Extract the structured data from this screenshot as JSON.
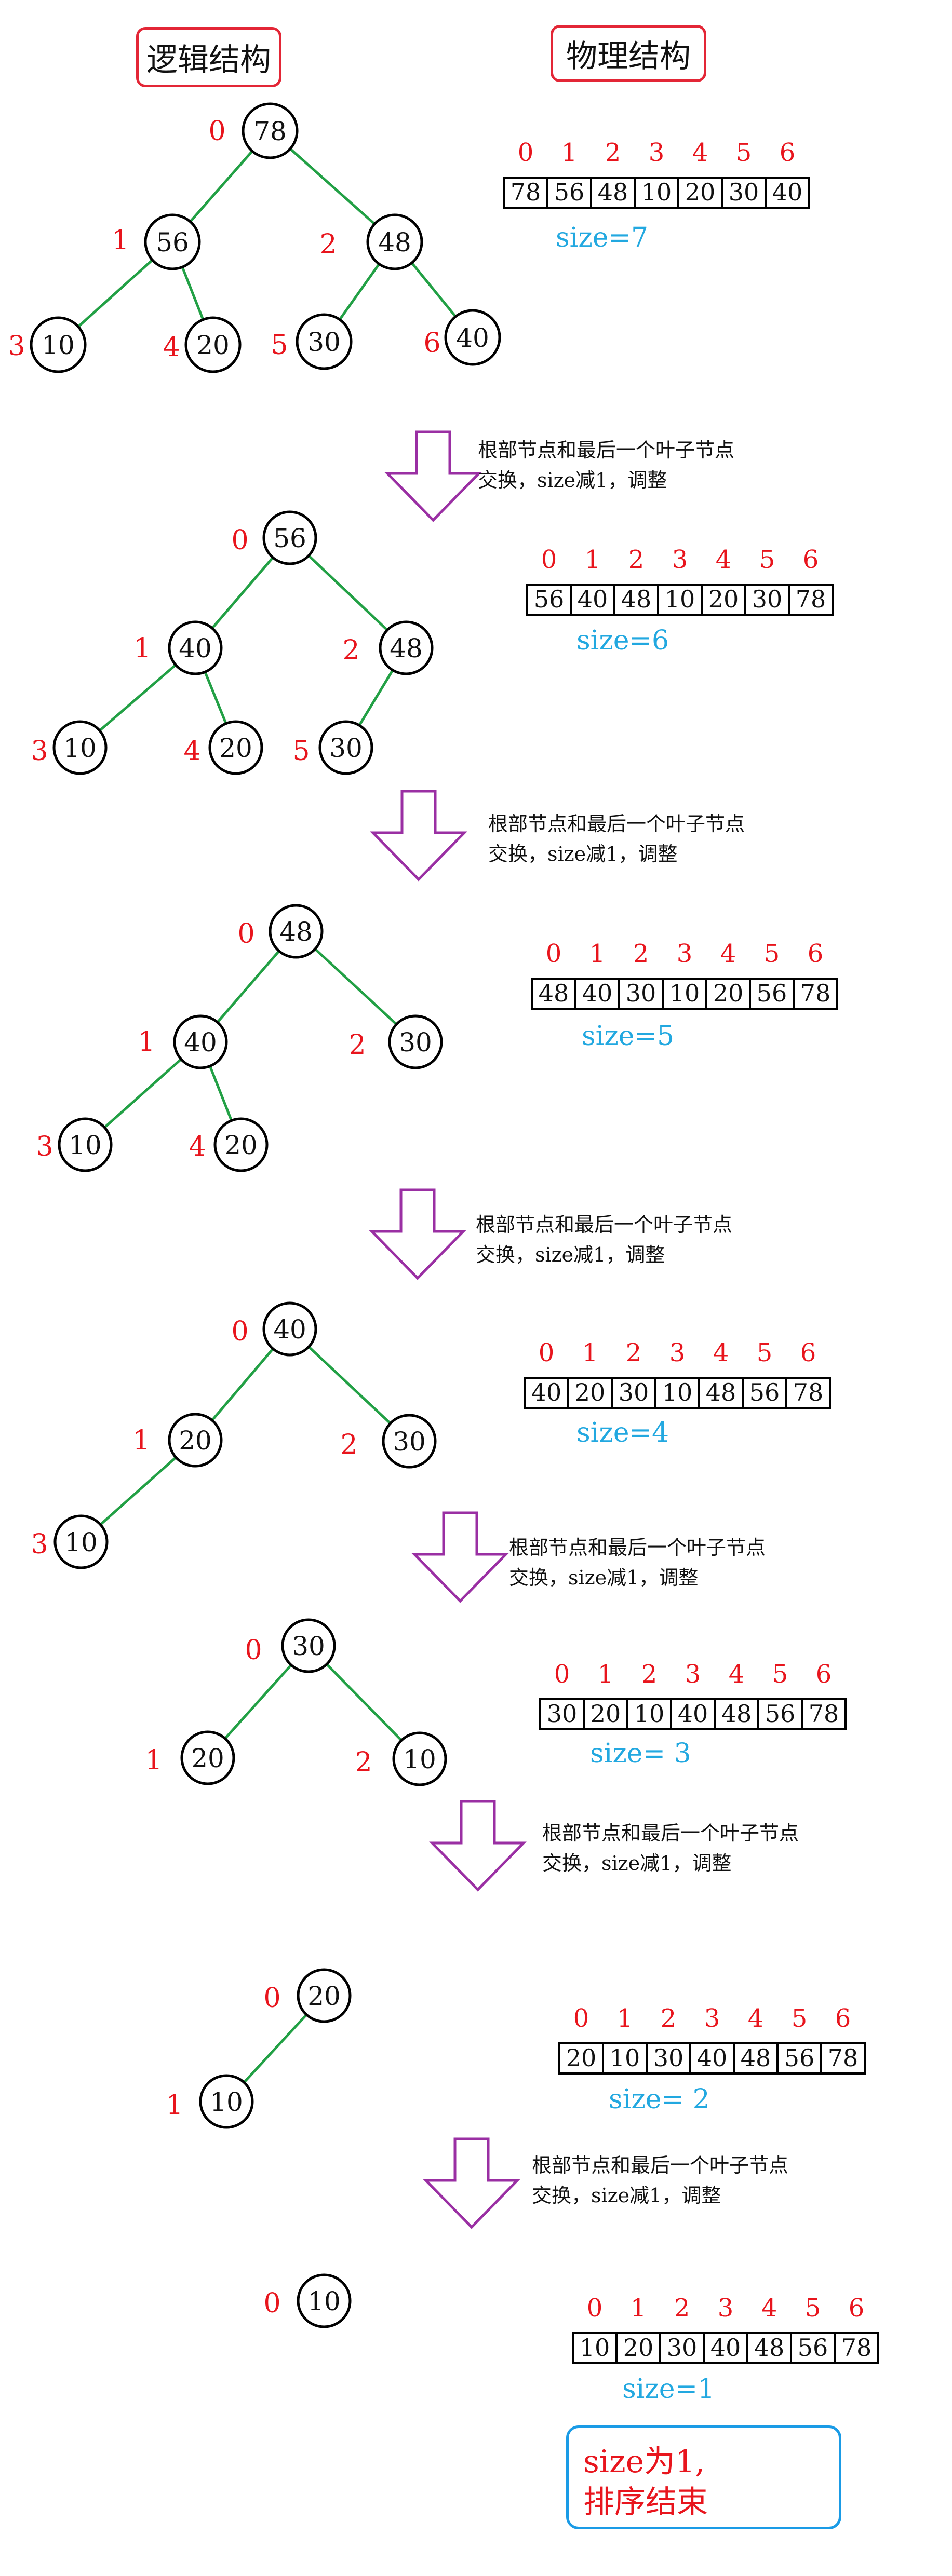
{
  "headers": {
    "logical": "逻辑结构",
    "physical": "物理结构"
  },
  "step_note": {
    "line1": "根部节点和最后一个叶子节点",
    "line2": "交换，size减1，调整"
  },
  "final_note": {
    "line1": "size为1,",
    "line2": "排序结束"
  },
  "colors": {
    "index": "#e8151d",
    "edge": "#22a045",
    "size": "#22a8e0",
    "arrow": "#9a2fa3",
    "node_border": "#000000",
    "header_border": "#e32636",
    "final_border": "#1a9be6"
  },
  "steps": [
    {
      "size_label": "size=7",
      "heap": [
        78,
        56,
        48,
        10,
        20,
        30,
        40
      ],
      "array": [
        78,
        56,
        48,
        10,
        20,
        30,
        40
      ],
      "indices": [
        "0",
        "1",
        "2",
        "3",
        "4",
        "5",
        "6"
      ]
    },
    {
      "size_label": "size=6",
      "heap": [
        56,
        40,
        48,
        10,
        20,
        30
      ],
      "array": [
        56,
        40,
        48,
        10,
        20,
        30,
        78
      ],
      "indices": [
        "0",
        "1",
        "2",
        "3",
        "4",
        "5",
        "6"
      ]
    },
    {
      "size_label": "size=5",
      "heap": [
        48,
        40,
        30,
        10,
        20
      ],
      "array": [
        48,
        40,
        30,
        10,
        20,
        56,
        78
      ],
      "indices": [
        "0",
        "1",
        "2",
        "3",
        "4",
        "5",
        "6"
      ]
    },
    {
      "size_label": "size=4",
      "heap": [
        40,
        20,
        30,
        10
      ],
      "array": [
        40,
        20,
        30,
        10,
        48,
        56,
        78
      ],
      "indices": [
        "0",
        "1",
        "2",
        "3",
        "4",
        "5",
        "6"
      ]
    },
    {
      "size_label": "size= 3",
      "heap": [
        30,
        20,
        10
      ],
      "array": [
        30,
        20,
        10,
        40,
        48,
        56,
        78
      ],
      "indices": [
        "0",
        "1",
        "2",
        "3",
        "4",
        "5",
        "6"
      ]
    },
    {
      "size_label": "size= 2",
      "heap": [
        20,
        10
      ],
      "array": [
        20,
        10,
        30,
        40,
        48,
        56,
        78
      ],
      "indices": [
        "0",
        "1",
        "2",
        "3",
        "4",
        "5",
        "6"
      ]
    },
    {
      "size_label": "size=1",
      "heap": [
        10
      ],
      "array": [
        10,
        20,
        30,
        40,
        48,
        56,
        78
      ],
      "indices": [
        "0",
        "1",
        "2",
        "3",
        "4",
        "5",
        "6"
      ]
    }
  ]
}
